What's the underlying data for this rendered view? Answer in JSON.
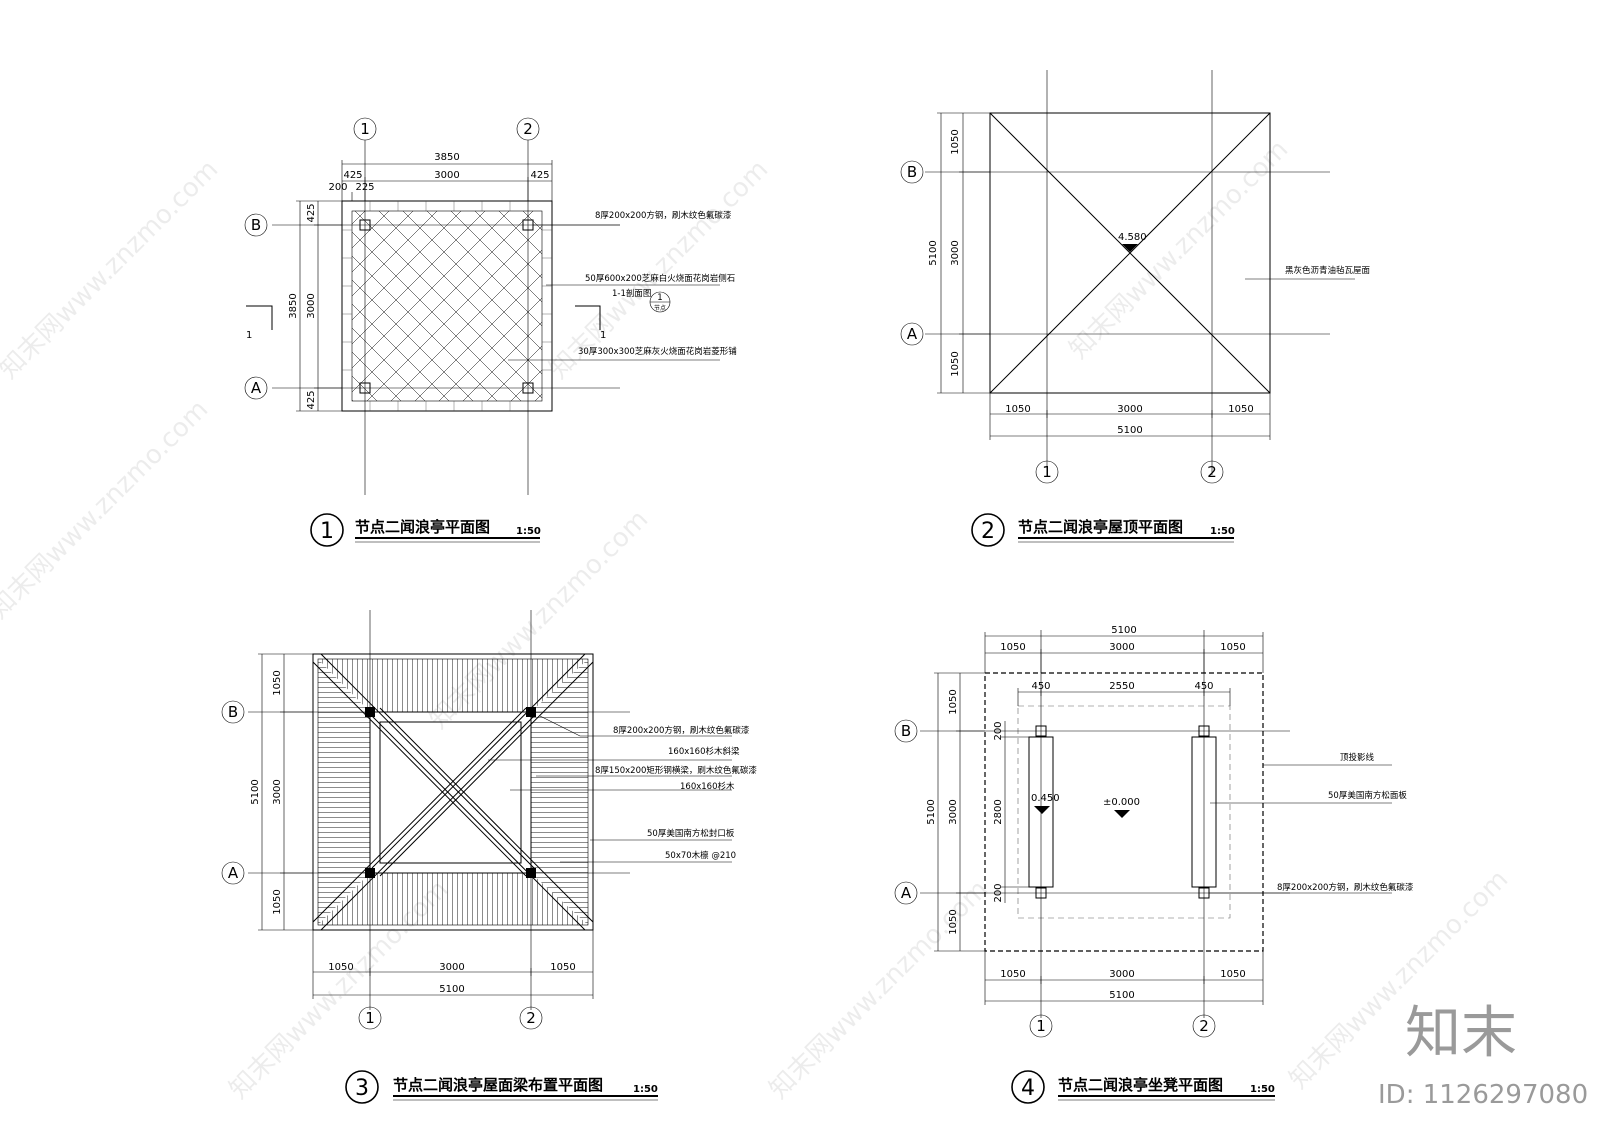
{
  "watermark": {
    "site": "知末网www.znzmo.com",
    "brand": "知末",
    "id": "ID: 1126297080"
  },
  "drawing1": {
    "number": "1",
    "title": "节点二闻浪亭平面图",
    "scale": "1:50",
    "axis_1": "1",
    "axis_2": "2",
    "axis_a": "A",
    "axis_b": "B",
    "dim_total": "3850",
    "dim_mid": "3000",
    "dim_side": "425",
    "dim_200": "200",
    "dim_225": "225",
    "section_mark": "1",
    "section_label": "1-1剖面图",
    "detail_sheet": "节点",
    "notes": [
      "8厚200x200方钢，刷木纹色氟碳漆",
      "50厚600x200芝麻白火烧面花岗岩侧石",
      "30厚300x300芝麻灰火烧面花岗岩菱形铺"
    ]
  },
  "drawing2": {
    "number": "2",
    "title": "节点二闻浪亭屋顶平面图",
    "scale": "1:50",
    "axis_1": "1",
    "axis_2": "2",
    "axis_a": "A",
    "axis_b": "B",
    "dim_total": "5100",
    "dim_mid": "3000",
    "dim_side": "1050",
    "elevation": "4.580",
    "note": "黑灰色沥青油毡瓦屋面"
  },
  "drawing3": {
    "number": "3",
    "title": "节点二闻浪亭屋面梁布置平面图",
    "scale": "1:50",
    "axis_1": "1",
    "axis_2": "2",
    "axis_a": "A",
    "axis_b": "B",
    "dim_total": "5100",
    "dim_mid": "3000",
    "dim_side": "1050",
    "notes": [
      "8厚200x200方钢，刷木纹色氟碳漆",
      "160x160杉木斜梁",
      "8厚150x200矩形钢横梁，刷木纹色氟碳漆",
      "160x160杉木",
      "50厚美国南方松封口板",
      "50x70木檩 @210"
    ]
  },
  "drawing4": {
    "number": "4",
    "title": "节点二闻浪亭坐凳平面图",
    "scale": "1:50",
    "axis_1": "1",
    "axis_2": "2",
    "axis_a": "A",
    "axis_b": "B",
    "dim_total": "5100",
    "dim_mid": "3000",
    "dim_side": "1050",
    "dim_450": "450",
    "dim_2550": "2550",
    "dim_200": "200",
    "dim_2800": "2800",
    "elev_seat": "0.450",
    "elev_ground": "±0.000",
    "notes": [
      "顶投影线",
      "50厚美国南方松面板",
      "8厚200x200方钢，刷木纹色氟碳漆"
    ]
  }
}
